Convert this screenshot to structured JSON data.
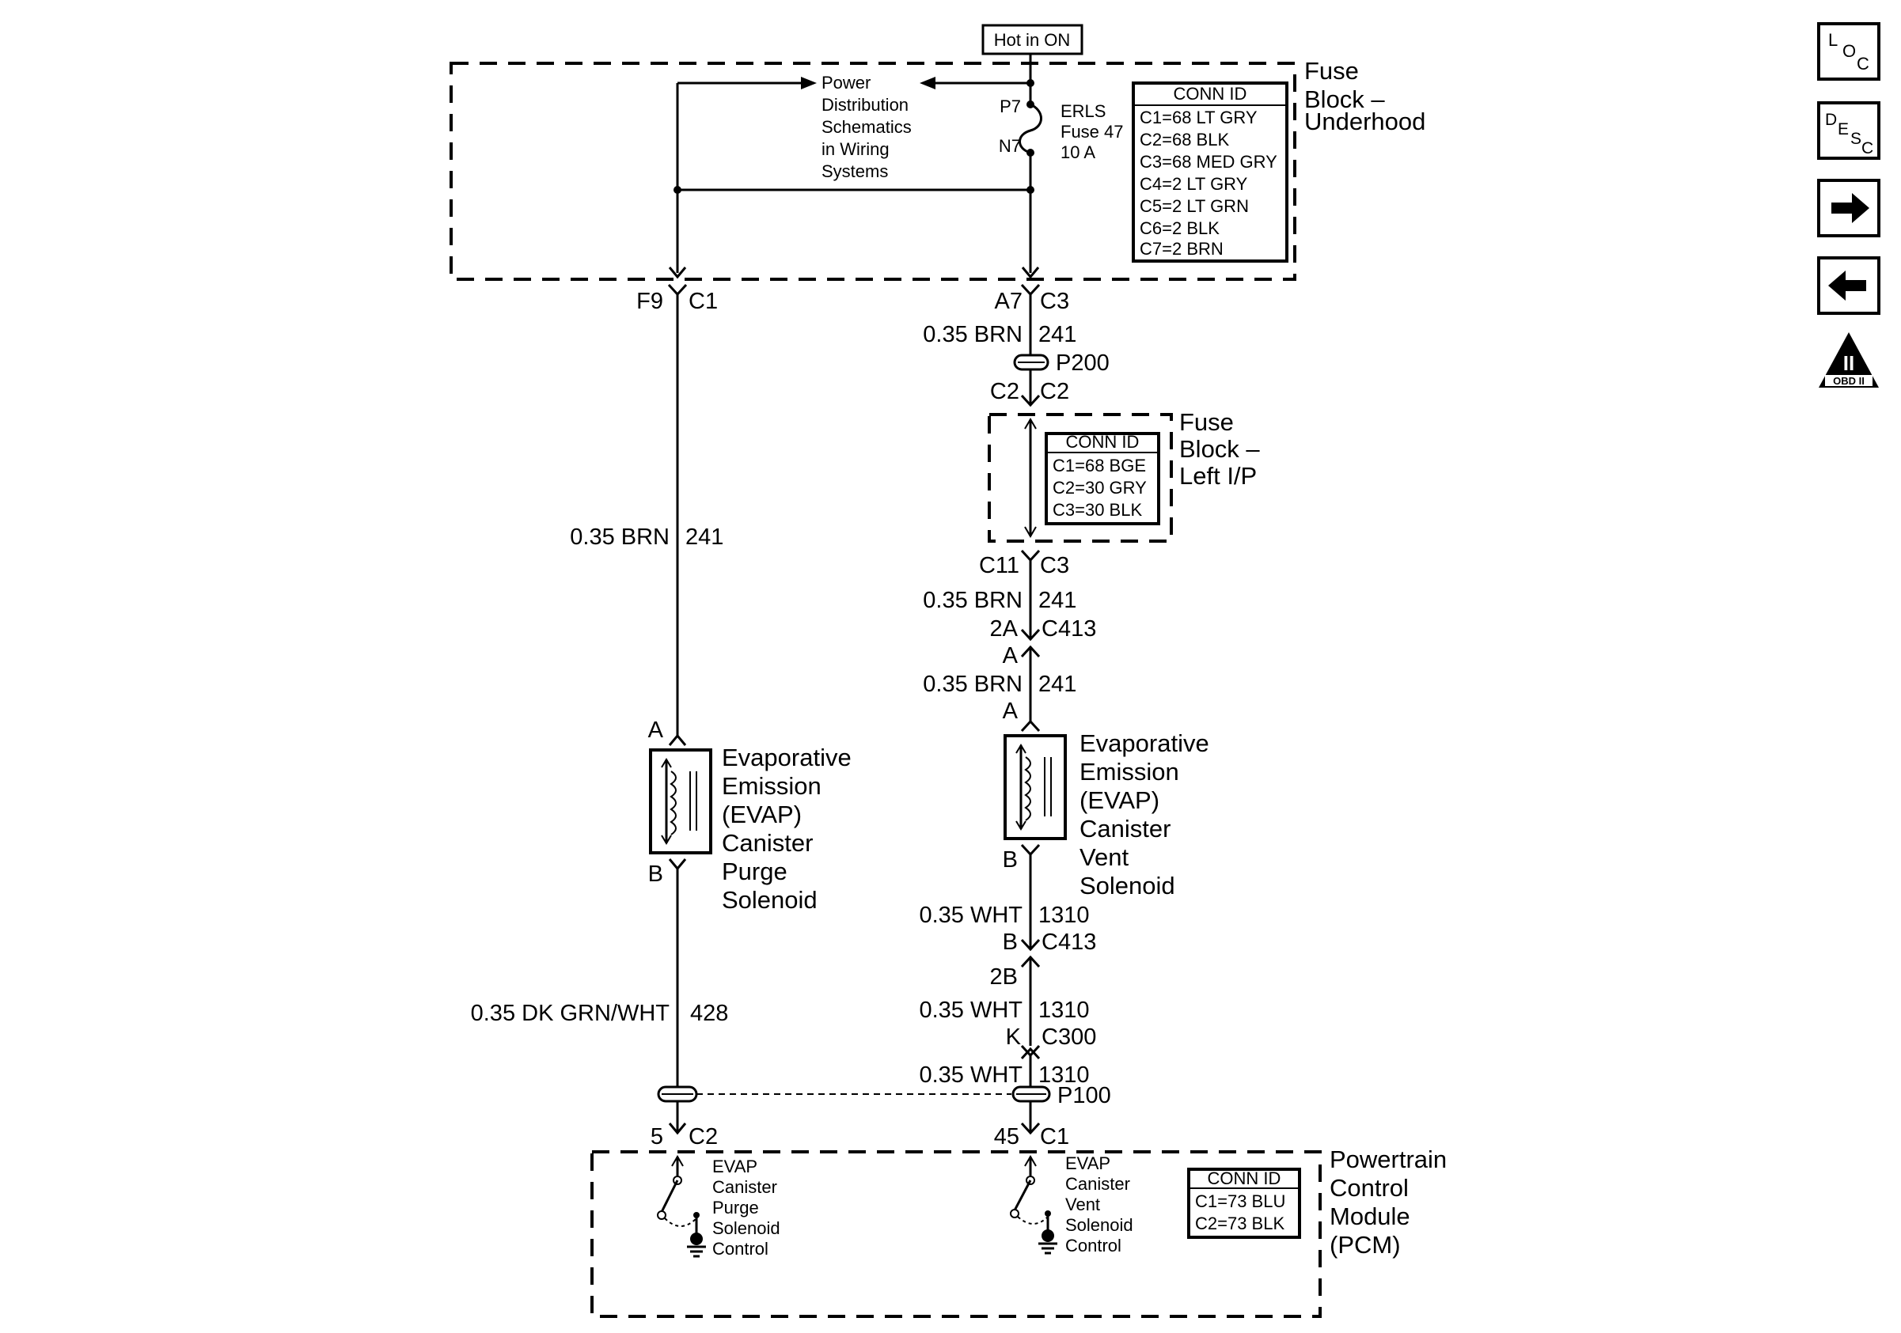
{
  "hot_label": "Hot in ON",
  "fuse_block_underhood": {
    "title": [
      "Fuse",
      "Block –",
      "Underhood"
    ],
    "pd_note": [
      "Power",
      "Distribution",
      "Schematics",
      "in Wiring",
      "Systems"
    ],
    "fuse_pin_top": "P7",
    "fuse_pin_bottom": "N7",
    "fuse_label": [
      "ERLS",
      "Fuse 47",
      "10 A"
    ],
    "conn_header": "CONN ID",
    "conn_rows": [
      "C1=68 LT GRY",
      "C2=68 BLK",
      "C3=68 MED GRY",
      "C4=2 LT GRY",
      "C5=2 LT GRN",
      "C6=2 BLK",
      "C7=2 BRN"
    ]
  },
  "left_circuit": {
    "conn_top_pin": "F9",
    "conn_top_id": "C1",
    "wire_top_gauge": "0.35 BRN",
    "wire_top_circuit": "241",
    "solenoid_pin_a": "A",
    "solenoid_pin_b": "B",
    "solenoid_name": [
      "Evaporative",
      "Emission",
      "(EVAP)",
      "Canister",
      "Purge",
      "Solenoid"
    ],
    "wire_bottom_gauge": "0.35 DK GRN/WHT",
    "wire_bottom_circuit": "428",
    "pcm_pin": "5",
    "pcm_conn": "C2",
    "pcm_function": [
      "EVAP",
      "Canister",
      "Purge",
      "Solenoid",
      "Control"
    ]
  },
  "right_circuit": {
    "conn_a7": "A7",
    "conn_c3_top": "C3",
    "wire1_gauge": "0.35 BRN",
    "wire1_circuit": "241",
    "splice_p200": "P200",
    "conn_c2_left": "C2",
    "conn_c2_right": "C2",
    "fuse_block_lip": {
      "title": [
        "Fuse",
        "Block –",
        "Left I/P"
      ],
      "conn_header": "CONN ID",
      "conn_rows": [
        "C1=68 BGE",
        "C2=30 GRY",
        "C3=30 BLK"
      ]
    },
    "conn_c11": "C11",
    "conn_c3_bottom": "C3",
    "wire2_gauge": "0.35 BRN",
    "wire2_circuit": "241",
    "conn_2a": "2A",
    "conn_c413_top": "C413",
    "pin_a_upper": "A",
    "wire3_gauge": "0.35 BRN",
    "wire3_circuit": "241",
    "pin_a_lower": "A",
    "solenoid_pin_b": "B",
    "solenoid_name": [
      "Evaporative",
      "Emission",
      "(EVAP)",
      "Canister",
      "Vent",
      "Solenoid"
    ],
    "wire4_gauge": "0.35 WHT",
    "wire4_circuit": "1310",
    "pin_b_c413": "B",
    "conn_c413_bottom": "C413",
    "conn_2b": "2B",
    "wire5_gauge": "0.35 WHT",
    "wire5_circuit": "1310",
    "pin_k": "K",
    "conn_c300": "C300",
    "wire6_gauge": "0.35 WHT",
    "wire6_circuit": "1310",
    "splice_p100": "P100",
    "pcm_pin": "45",
    "pcm_conn": "C1",
    "pcm_function": [
      "EVAP",
      "Canister",
      "Vent",
      "Solenoid",
      "Control"
    ]
  },
  "pcm": {
    "title": [
      "Powertrain",
      "Control",
      "Module",
      "(PCM)"
    ],
    "conn_header": "CONN ID",
    "conn_rows": [
      "C1=73 BLU",
      "C2=73 BLK"
    ]
  },
  "nav_icons": {
    "loc": [
      "L",
      "O",
      "C"
    ],
    "desc": [
      "D",
      "E",
      "S",
      "C"
    ],
    "obd_numeral": "II",
    "obd_text": "OBD II"
  }
}
